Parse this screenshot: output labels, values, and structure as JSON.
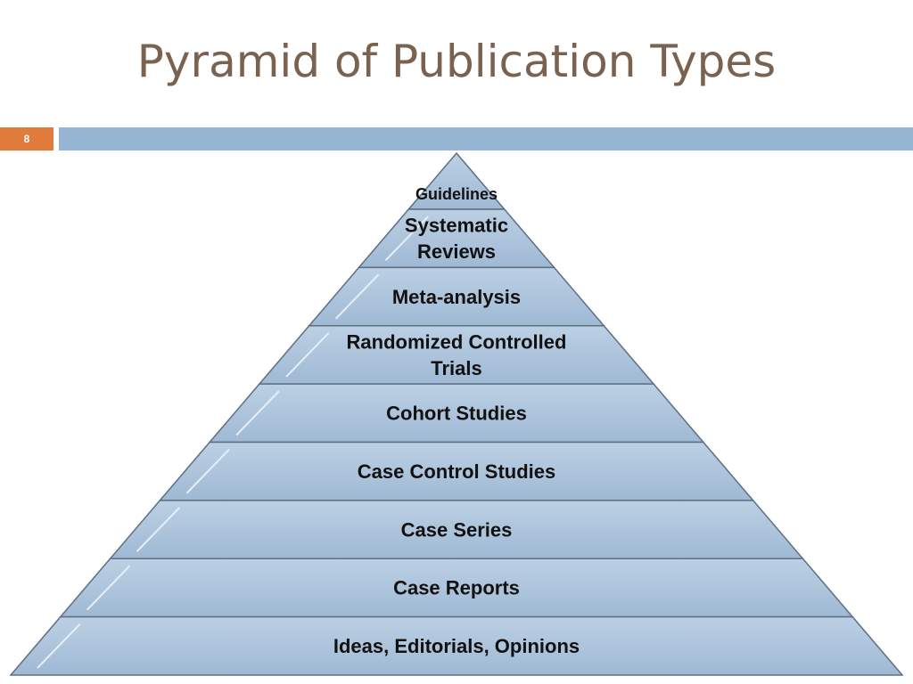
{
  "title": "Pyramid of Publication Types",
  "slide_number": "8",
  "colors": {
    "title": "#7a6250",
    "accent_orange": "#e07b3c",
    "accent_blue": "#95b5d3",
    "tier_fill": "#a9c2da"
  },
  "tiers": [
    {
      "lines": [
        "Guidelines"
      ]
    },
    {
      "lines": [
        "Systematic",
        "Reviews"
      ]
    },
    {
      "lines": [
        "Meta-analysis"
      ]
    },
    {
      "lines": [
        "Randomized Controlled",
        "Trials"
      ]
    },
    {
      "lines": [
        "Cohort Studies"
      ]
    },
    {
      "lines": [
        "Case Control Studies"
      ]
    },
    {
      "lines": [
        "Case Series"
      ]
    },
    {
      "lines": [
        "Case Reports"
      ]
    },
    {
      "lines": [
        "Ideas, Editorials, Opinions"
      ]
    }
  ]
}
